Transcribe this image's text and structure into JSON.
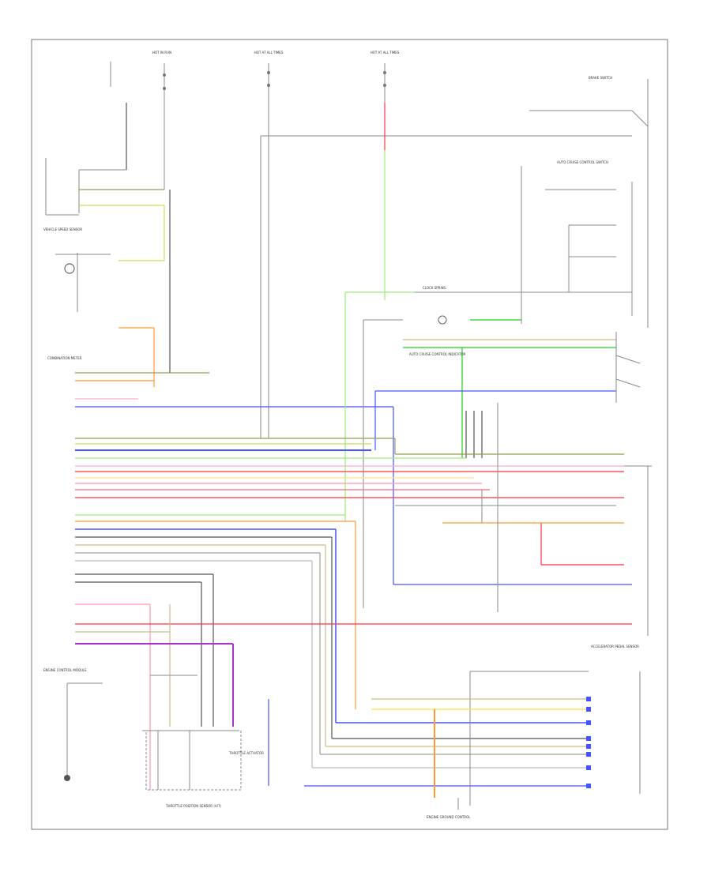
{
  "colors": {
    "green": "#22cc22",
    "light_green": "#99ee77",
    "blue": "#4455ff",
    "yellow": "#ffdd44",
    "orange": "#ff9933",
    "red": "#ff3344",
    "pink": "#ff99aa",
    "purple": "#aa33cc",
    "tan": "#ccbb88",
    "olive": "#999955",
    "gray": "#8a8a8a",
    "dark": "#555555"
  },
  "labels": {
    "hot_in_run_left": "HOT IN RUN",
    "hot_at_all_times_1": "HOT AT ALL TIMES",
    "hot_at_all_times_2": "HOT AT ALL TIMES",
    "vehicle_speed_sensor": "VEHICLE SPEED SENSOR",
    "combination_meter": "COMBINATION METER",
    "brake_switch": "BRAKE SWITCH",
    "auto_cruise_control_switch": "AUTO CRUISE CONTROL SWITCH",
    "clock_spring": "CLOCK SPRING",
    "auto_cruise_control_indicator": "AUTO CRUISE CONTROL INDICATOR",
    "throttle_position_sensor": "THROTTLE POSITION SENSOR (A/T)",
    "accelerator_pedal_sensor": "ACCELERATOR PEDAL SENSOR",
    "engine_control_module": "ENGINE CONTROL MODULE",
    "engine_ground_control": "ENGINE GROUND CONTROL",
    "throttle_actuator": "THROTTLE ACTUATOR"
  }
}
